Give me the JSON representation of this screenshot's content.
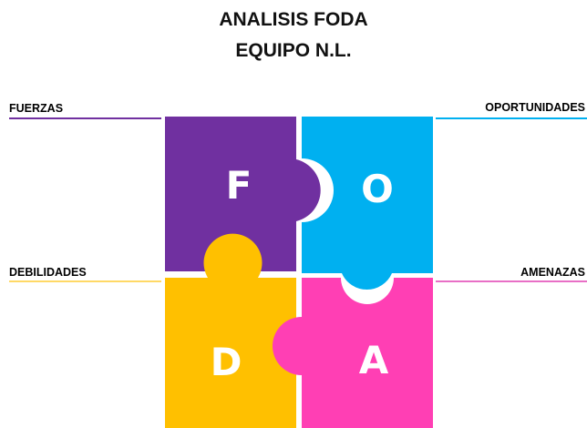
{
  "header": {
    "line1": "ANALISIS FODA",
    "line2": "EQUIPO N.L."
  },
  "quadrants": {
    "fuerzas": {
      "label": "FUERZAS",
      "letter": "F",
      "color": "#7030A0"
    },
    "oportunidades": {
      "label": "OPORTUNIDADES",
      "letter": "O",
      "color": "#00B0F0"
    },
    "debilidades": {
      "label": "DEBILIDADES",
      "letter": "D",
      "color": "#FFC000"
    },
    "amenazas": {
      "label": "AMENAZAS",
      "letter": "A",
      "color": "#FF3FB4"
    }
  }
}
